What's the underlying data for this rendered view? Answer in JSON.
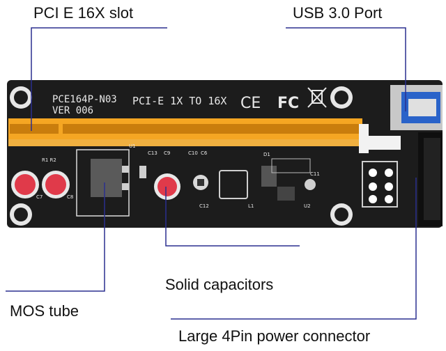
{
  "callouts": {
    "pcie_slot": "PCI E 16X slot",
    "usb_port": "USB 3.0 Port",
    "solid_capacitors": "Solid capacitors",
    "mos_tube": "MOS tube",
    "power_connector": "Large 4Pin power connector"
  },
  "board": {
    "model": "PCE164P-N03",
    "version": "VER 006",
    "description": "PCI-E 1X TO 16X",
    "ce_mark": "CE",
    "fc_mark": "FC",
    "labels": {
      "r1r2": "R1 R2",
      "u1": "U1",
      "c13": "C13",
      "c9": "C9",
      "c8": "C8",
      "c10": "C10",
      "c6": "C6",
      "c12": "C12",
      "l1": "L1",
      "c11": "C11",
      "u2": "U2",
      "d1": "D1",
      "c7": "C7"
    }
  },
  "colors": {
    "pcb": "#1c1c1c",
    "slot": "#f5a623",
    "leader": "#2a2f8f"
  }
}
